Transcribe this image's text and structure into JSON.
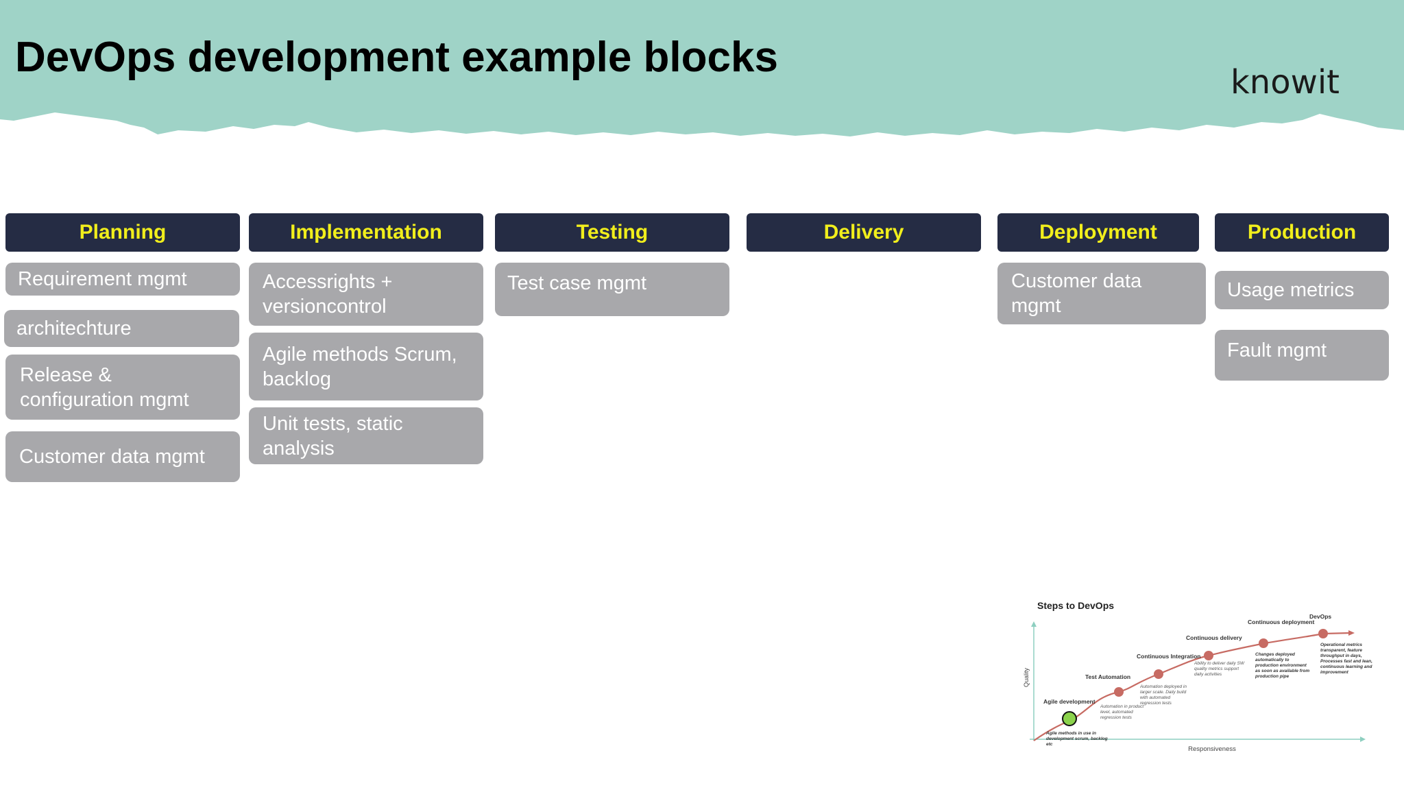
{
  "title": "DevOps development example blocks",
  "logo": "knowit",
  "colors": {
    "banner": "#9fd3c7",
    "header_bg": "#252c44",
    "header_text": "#f1ee1c",
    "card_bg": "#a8a8ab",
    "card_text": "#ffffff",
    "curve": "#c76b63",
    "axis": "#8ecfc0",
    "agile_dot": "#8bd24c"
  },
  "columns": [
    {
      "header": "Planning",
      "items": [
        "Requirement mgmt",
        "architechture",
        "Release & configuration mgmt",
        "Customer data mgmt"
      ]
    },
    {
      "header": "Implementation",
      "items": [
        "Accessrights + versioncontrol",
        "Agile methods Scrum, backlog",
        "Unit tests, static analysis"
      ]
    },
    {
      "header": "Testing",
      "items": [
        "Test case mgmt"
      ]
    },
    {
      "header": "Delivery",
      "items": []
    },
    {
      "header": "Deployment",
      "items": [
        "Customer data mgmt"
      ]
    },
    {
      "header": "Production",
      "items": [
        "Usage metrics",
        "Fault mgmt"
      ]
    }
  ],
  "steps_chart": {
    "title": "Steps to DevOps",
    "y_axis_label": "Quality",
    "x_axis_label": "Responsiveness",
    "steps": [
      {
        "name": "Agile development",
        "description": "Agile methods in use in development scrum, backlog etc"
      },
      {
        "name": "Test Automation",
        "description": "Automation in product level, automated regression tests"
      },
      {
        "name": "Continuous Integration",
        "description": "Automation deployed in larger scale. Daily build with automated regression tests"
      },
      {
        "name": "Continuous delivery",
        "description": "Ability to deliver daily SW quality metrics support daily activities"
      },
      {
        "name": "Continuous deployment",
        "description": "Changes deployed automatically to production environment as soon as available from production pipe"
      },
      {
        "name": "DevOps",
        "description": "Operational metrics transparent, feature throughput in days, Processes fast and lean, continuous learning and improvement"
      }
    ]
  }
}
